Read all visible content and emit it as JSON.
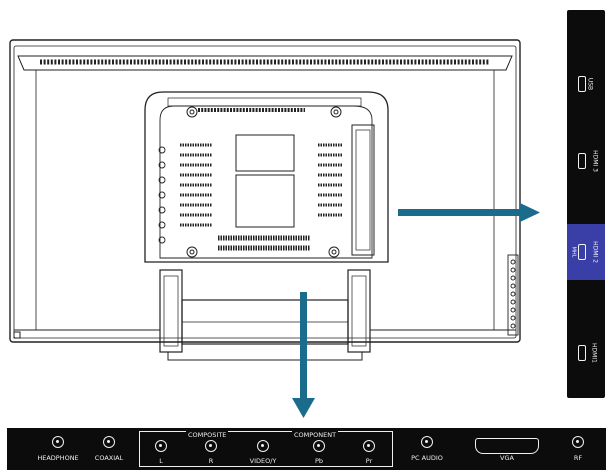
{
  "side_panel": {
    "ports": [
      {
        "id": "usb",
        "label": "USB"
      },
      {
        "id": "hdmi3",
        "label": "HDMI 3"
      },
      {
        "id": "hdmi2",
        "label": "HDMI 2",
        "tag": "MHL"
      },
      {
        "id": "hdmi1",
        "label": "HDMI1"
      }
    ]
  },
  "bottom_panel": {
    "headphone": "HEADPHONE",
    "coaxial": "COAXIAL",
    "composite_title": "COMPOSITE",
    "component_title": "COMPONENT",
    "l": "L",
    "r": "R",
    "video_y": "VIDEO/Y",
    "pb": "Pb",
    "pr": "Pr",
    "pc_audio": "PC AUDIO",
    "vga": "VGA",
    "rf": "RF"
  },
  "colors": {
    "arrow": "#1a6b8c",
    "panel": "#0c0c0c",
    "mhl_highlight": "#3a3fa8"
  }
}
